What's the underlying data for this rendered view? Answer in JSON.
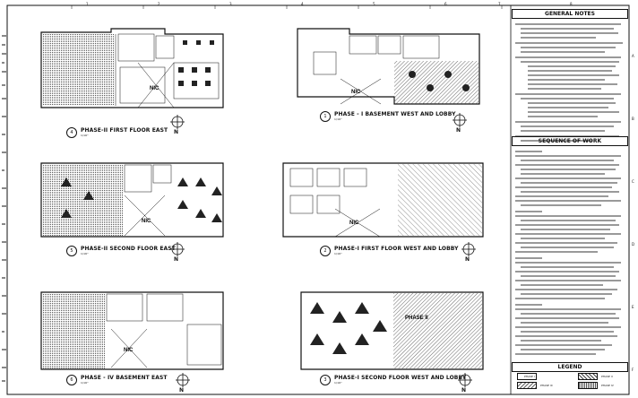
{
  "sheet": {
    "column_numbers": [
      "1",
      "2",
      "3",
      "4",
      "5",
      "6",
      "7",
      "8"
    ],
    "row_letters": [
      "A",
      "B",
      "C",
      "D",
      "E",
      "F"
    ]
  },
  "plans": [
    {
      "num": "4",
      "title": "PHASE-II FIRST FLOOR EAST",
      "scale": "1/16\"",
      "label": "NIC"
    },
    {
      "num": "1",
      "title": "PHASE - I BASEMENT WEST AND LOBBY",
      "scale": "1/16\"",
      "label": "NIC"
    },
    {
      "num": "5",
      "title": "PHASE-II SECOND FLOOR EAST",
      "scale": "1/16\"",
      "label": "NIC"
    },
    {
      "num": "2",
      "title": "PHASE-I FIRST FLOOR WEST AND LOBBY",
      "scale": "1/16\"",
      "label": "NIC"
    },
    {
      "num": "6",
      "title": "PHASE - IV BASEMENT EAST",
      "scale": "1/16\"",
      "label": "NIC"
    },
    {
      "num": "3",
      "title": "PHASE-I SECOND FLOOR WEST AND LOBBY",
      "scale": "1/16\"",
      "label": "PHASE II"
    }
  ],
  "north_label": "N",
  "notes": {
    "general_title": "GENERAL NOTES",
    "sequence_title": "SEQUENCE OF WORK",
    "legend_title": "LEGEND",
    "legend_items": [
      "PHASE I",
      "PHASE II",
      "PHASE III",
      "PHASE IV"
    ]
  },
  "colors": {
    "ink": "#111111",
    "paper": "#ffffff",
    "hatch": "#888888"
  }
}
